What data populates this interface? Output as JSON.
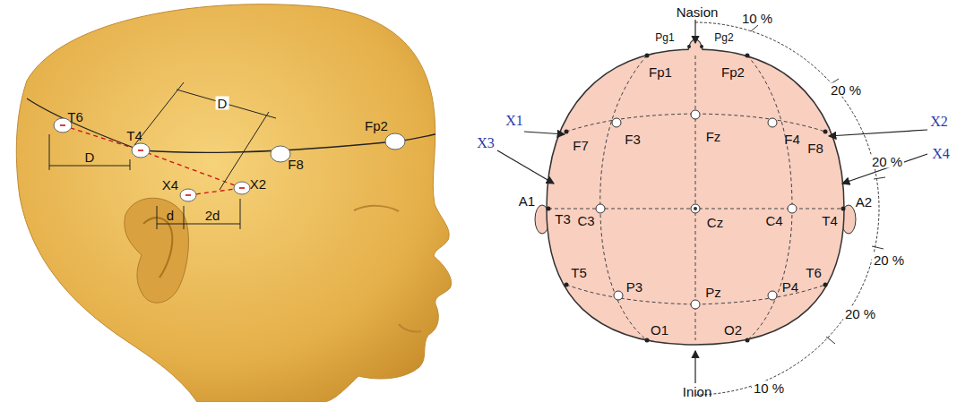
{
  "diagram": {
    "labels": [
      "T6",
      "D",
      "D",
      "T4",
      "Fp2",
      "F8",
      "X4",
      "X2",
      "d",
      "2d",
      "Nasion",
      "10 %",
      "Pg1",
      "Pg2",
      "Fp1",
      "Fp2",
      "20 %",
      "X1",
      "X2",
      "X3",
      "X4",
      "F7",
      "F3",
      "Fz",
      "F4",
      "F8",
      "20 %",
      "A1",
      "T3",
      "C3",
      "Cz",
      "C4",
      "T4",
      "A2",
      "20 %",
      "T5",
      "P3",
      "Pz",
      "P4",
      "T6",
      "20 %",
      "O1",
      "O2",
      "Inion",
      "10 %"
    ]
  }
}
